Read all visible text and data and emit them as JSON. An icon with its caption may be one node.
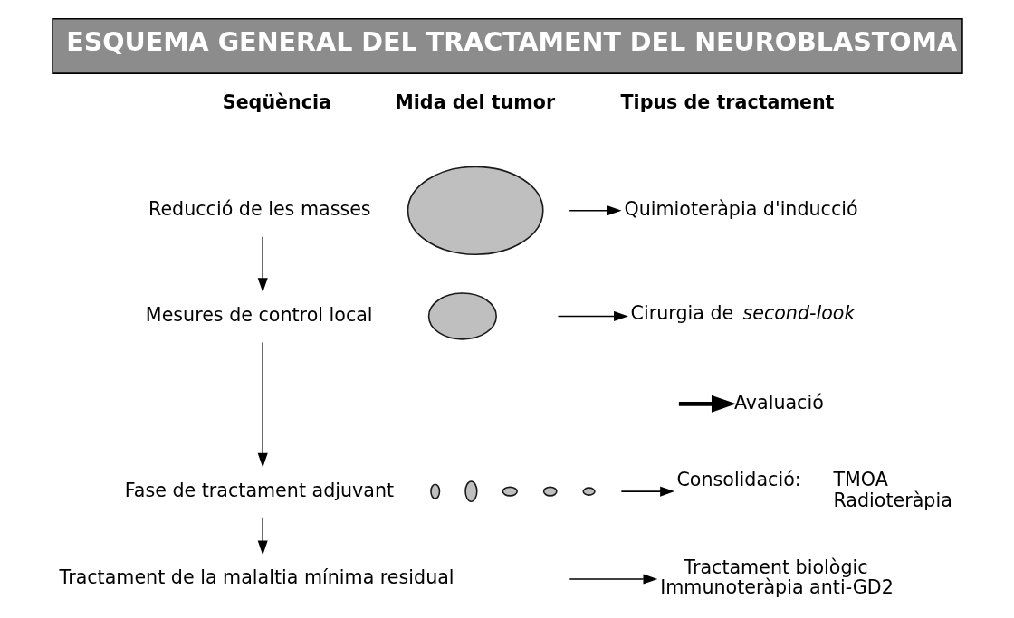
{
  "diagram": {
    "title": "ESQUEMA GENERAL DEL TRACTAMENT DEL NEUROBLASTOMA",
    "nodes": [
      {
        "text": [
          "Reducció de les masses"
        ]
      },
      {
        "text": [
          "Mesures de control local"
        ]
      },
      {
        "text": [
          "Fase de tractament adjuvant"
        ]
      },
      {
        "text": [
          "Tractament de la malaltia mínima residual"
        ]
      },
      {
        "text": [],
        "shape": "ellipse"
      },
      {
        "text": [],
        "shape": "ellipse"
      },
      {
        "text": [],
        "shape": "ellipse"
      },
      {
        "text": [],
        "shape": "ellipse"
      },
      {
        "text": [],
        "shape": "ellipse"
      },
      {
        "text": [],
        "shape": "ellipse"
      },
      {
        "text": [],
        "shape": "ellipse"
      },
      {
        "text": [
          "Quimioteràpia d'inducció"
        ]
      },
      {
        "text": [
          "Cirurgia de *second-look*"
        ]
      },
      {
        "text": [
          "Avaluació"
        ]
      },
      {
        "text": [
          "Consolidació:",
          "TMOA Radioteràpia"
        ]
      },
      {
        "text": [
          "Tractament biològic",
          "Immunoteràpia anti-GD2"
        ]
      }
    ],
    "edges": [
      {
        "from": 0,
        "to": 1,
        "arrow": "to"
      },
      {
        "from": 1,
        "to": 2,
        "arrow": "to"
      },
      {
        "from": 2,
        "to": 3,
        "arrow": "to"
      },
      {
        "from": null,
        "to": 11,
        "arrow": "to"
      },
      {
        "from": null,
        "to": 12,
        "arrow": "to"
      },
      {
        "from": null,
        "to": 13,
        "arrow": "to",
        "style": "thick"
      },
      {
        "from": null,
        "to": 14,
        "arrow": "to"
      },
      {
        "from": null,
        "to": 15,
        "arrow": "to"
      }
    ],
    "labels": [
      "Seqüència",
      "Mida del tumor",
      "Tipus de tractament"
    ]
  }
}
